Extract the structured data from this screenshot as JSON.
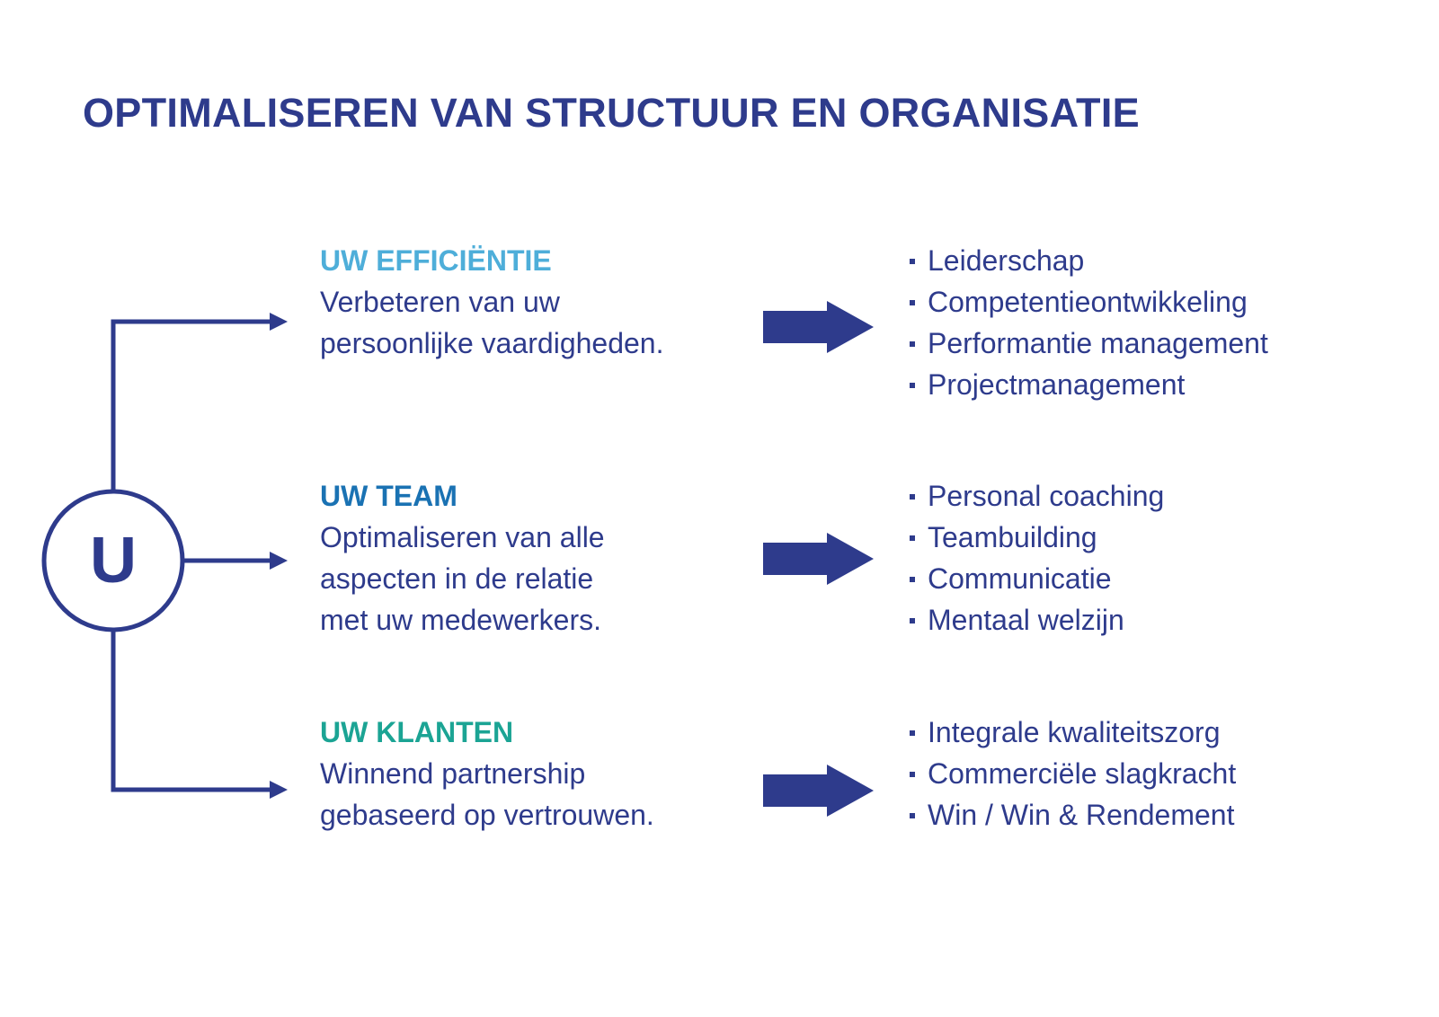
{
  "title": "OPTIMALISEREN VAN STRUCTUUR EN ORGANISATIE",
  "center_label": "U",
  "colors": {
    "navy": "#2e3b8c",
    "efficiency": "#4eaed9",
    "team": "#1a72b3",
    "clients": "#1ba494"
  },
  "sections": [
    {
      "heading": "UW EFFICIËNTIE",
      "description": "Verbeteren van uw\npersoonlijke vaardigheden.",
      "items": [
        "Leiderschap",
        "Competentieontwikkeling",
        "Performantie management",
        "Projectmanagement"
      ]
    },
    {
      "heading": "UW TEAM",
      "description": "Optimaliseren van alle\naspecten in de relatie\nmet uw medewerkers.",
      "items": [
        "Personal coaching",
        "Teambuilding",
        "Communicatie",
        "Mentaal welzijn"
      ]
    },
    {
      "heading": "UW KLANTEN",
      "description": "Winnend partnership\ngebaseerd op vertrouwen.",
      "items": [
        "Integrale kwaliteitszorg",
        "Commerciële slagkracht",
        "Win / Win & Rendement"
      ]
    }
  ]
}
